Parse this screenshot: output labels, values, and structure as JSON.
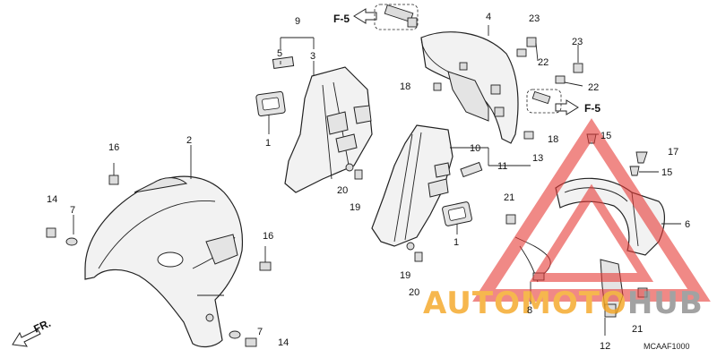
{
  "diagram": {
    "callouts": [
      {
        "id": "c9",
        "text": "9"
      },
      {
        "id": "c5",
        "text": "5"
      },
      {
        "id": "c3",
        "text": "3"
      },
      {
        "id": "c1a",
        "text": "1"
      },
      {
        "id": "c18a",
        "text": "18"
      },
      {
        "id": "c4",
        "text": "4"
      },
      {
        "id": "c23a",
        "text": "23"
      },
      {
        "id": "c22a",
        "text": "22"
      },
      {
        "id": "c23b",
        "text": "23"
      },
      {
        "id": "c22b",
        "text": "22"
      },
      {
        "id": "c16a",
        "text": "16"
      },
      {
        "id": "c2",
        "text": "2"
      },
      {
        "id": "c14a",
        "text": "14"
      },
      {
        "id": "c7a",
        "text": "7"
      },
      {
        "id": "c16b",
        "text": "16"
      },
      {
        "id": "c7b",
        "text": "7"
      },
      {
        "id": "c14b",
        "text": "14"
      },
      {
        "id": "c20a",
        "text": "20"
      },
      {
        "id": "c19a",
        "text": "19"
      },
      {
        "id": "c10",
        "text": "10"
      },
      {
        "id": "c11",
        "text": "11"
      },
      {
        "id": "c13",
        "text": "13"
      },
      {
        "id": "c1b",
        "text": "1"
      },
      {
        "id": "c19b",
        "text": "19"
      },
      {
        "id": "c20b",
        "text": "20"
      },
      {
        "id": "c18b",
        "text": "18"
      },
      {
        "id": "c15a",
        "text": "15"
      },
      {
        "id": "c17",
        "text": "17"
      },
      {
        "id": "c15b",
        "text": "15"
      },
      {
        "id": "c21a",
        "text": "21"
      },
      {
        "id": "c6",
        "text": "6"
      },
      {
        "id": "c8",
        "text": "8"
      },
      {
        "id": "c21b",
        "text": "21"
      },
      {
        "id": "c12",
        "text": "12"
      }
    ],
    "arrows": {
      "top": "F-5",
      "right": "F-5",
      "front": "FR."
    },
    "watermark": {
      "part1": "AUTO",
      "part2": "MOTO",
      "part3": "HUB",
      "color_orange": "#f5a623",
      "color_gray": "#8c8c8c",
      "color_triangle": "#e53935"
    },
    "diagram_code": "MCAAF1000"
  }
}
